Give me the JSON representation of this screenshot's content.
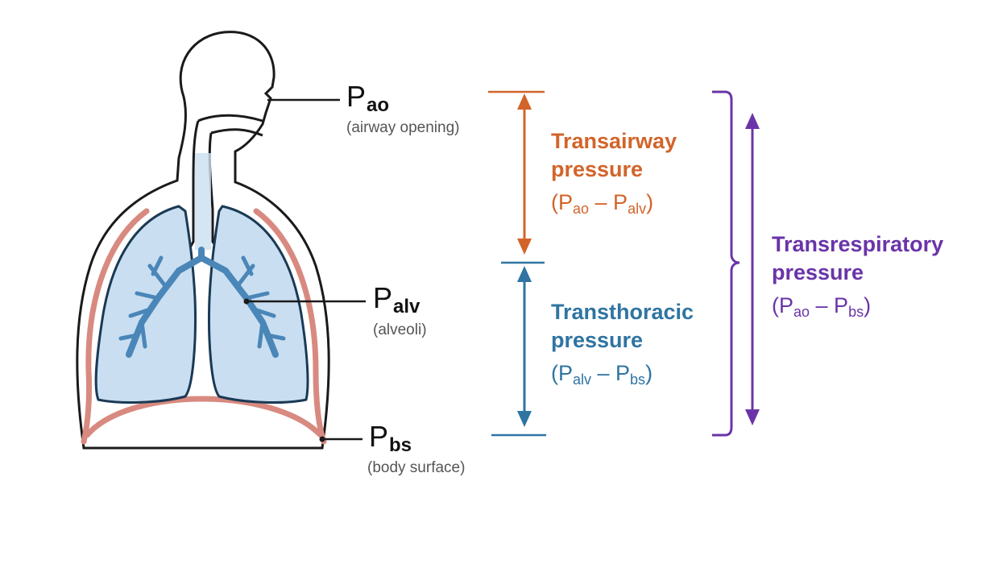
{
  "points": {
    "ao": {
      "symbol": "P",
      "subscript": "ao",
      "description": "(airway opening)"
    },
    "alv": {
      "symbol": "P",
      "subscript": "alv",
      "description": "(alveoli)"
    },
    "bs": {
      "symbol": "P",
      "subscript": "bs",
      "description": "(body surface)"
    }
  },
  "pressures": {
    "transairway": {
      "title_line1": "Transairway",
      "title_line2": "pressure",
      "formula": {
        "open": "(P",
        "sub1": "ao",
        "mid": " – P",
        "sub2": "alv",
        "close": ")"
      },
      "color": "#d2642a"
    },
    "transthoracic": {
      "title_line1": "Transthoracic",
      "title_line2": "pressure",
      "formula": {
        "open": "(P",
        "sub1": "alv",
        "mid": " – P",
        "sub2": "bs",
        "close": ")"
      },
      "color": "#2f74a2"
    },
    "transrespiratory": {
      "title_line1": "Transrespiratory",
      "title_line2": "pressure",
      "formula": {
        "open": "(P",
        "sub1": "ao",
        "mid": " – P",
        "sub2": "bs",
        "close": ")"
      },
      "color": "#6a34a8"
    }
  },
  "colors": {
    "lung_fill": "#c9def0",
    "bronchi": "#4a86b8",
    "chest_wall": "#d88a80",
    "outline": "#1a1a1a"
  }
}
